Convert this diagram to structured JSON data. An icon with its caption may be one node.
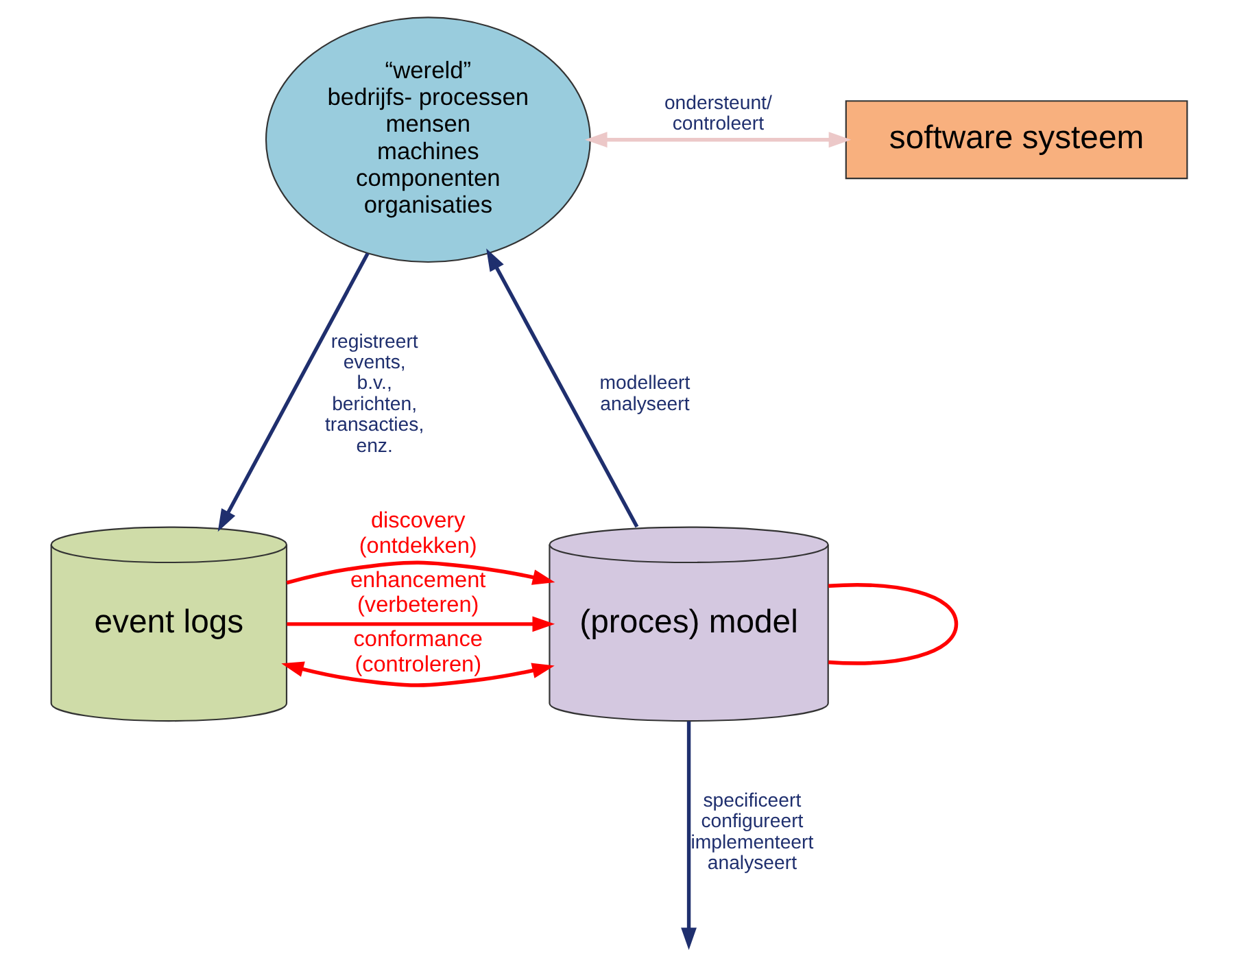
{
  "diagram": {
    "nodes": [
      {
        "text": [
          "“wereld”",
          "bedrijfs- processen",
          "mensen",
          "machines",
          "componenten",
          "organisaties"
        ]
      },
      {
        "text": [
          "software systeem"
        ]
      },
      {
        "text": [
          "(proces) model"
        ]
      },
      {
        "text": [
          "event logs"
        ]
      }
    ],
    "edges": [
      {
        "from": 0,
        "to": 1,
        "arrow": "both",
        "label": "ondersteunt/ controleert",
        "color": "#ecc8c8"
      },
      {
        "from": 0,
        "to": 3,
        "arrow": "to",
        "label": "registreert events, b.v., berichten, transacties, enz.",
        "color": "#1f2f6e"
      },
      {
        "from": 2,
        "to": 0,
        "arrow": "to",
        "label": "modelleert analyseert",
        "color": "#1f2f6e"
      },
      {
        "from": 2,
        "to": null,
        "arrow": "to",
        "label": "specificeert configureert implementeert analyseert",
        "color": "#1f2f6e"
      },
      {
        "from": 3,
        "to": 2,
        "arrow": "to",
        "label": "discovery (ontdekken)"
      },
      {
        "from": 2,
        "to": 3,
        "arrow": "both",
        "label": "conformance (controleren)"
      },
      {
        "from": 3,
        "to": 2,
        "arrow": "to",
        "label": "enhancement (verbeteren)"
      },
      {
        "from": 2,
        "to": 2,
        "arrow": "none"
      }
    ]
  }
}
